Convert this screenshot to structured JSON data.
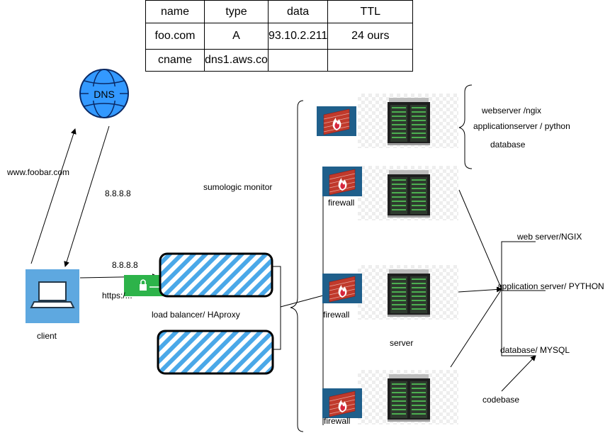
{
  "dns_table": {
    "headers": [
      "name",
      "type",
      "data",
      "TTL"
    ],
    "rows": [
      [
        "foo.com",
        "A",
        "93.10.2.211",
        "24 ours"
      ],
      [
        "cname",
        "dns1.aws.co",
        "",
        ""
      ]
    ]
  },
  "dns_icon_text": "DNS",
  "labels": {
    "www": "www.foobar.com",
    "ip_top": "8.8.8.8",
    "ip_bottom": "8.8.8.8",
    "https": "https:/...",
    "client": "client",
    "sumologic": "sumologic monitor",
    "load_balancer": "load balancer/ HAproxy",
    "server": "server",
    "webserver": "webserver /ngix",
    "appserver": "applicationserver / python",
    "database": "database",
    "web_server_nginx": "web server/NGIX",
    "app_server_python": "application server/ PYTHON",
    "database_mysql": "database/ MYSQL",
    "codebase": "codebase",
    "firewall_1": "firewall",
    "firewall_2": "firewall",
    "firewall_3": "firewall"
  },
  "colors": {
    "dns_globe": "#3399ff",
    "laptop_bg": "#5ea8e0",
    "lock_badge": "#2db34a",
    "stripe": "#4aa8e8",
    "firewall_bg": "#1f5f8b",
    "firewall_flame": "#d7263d"
  }
}
